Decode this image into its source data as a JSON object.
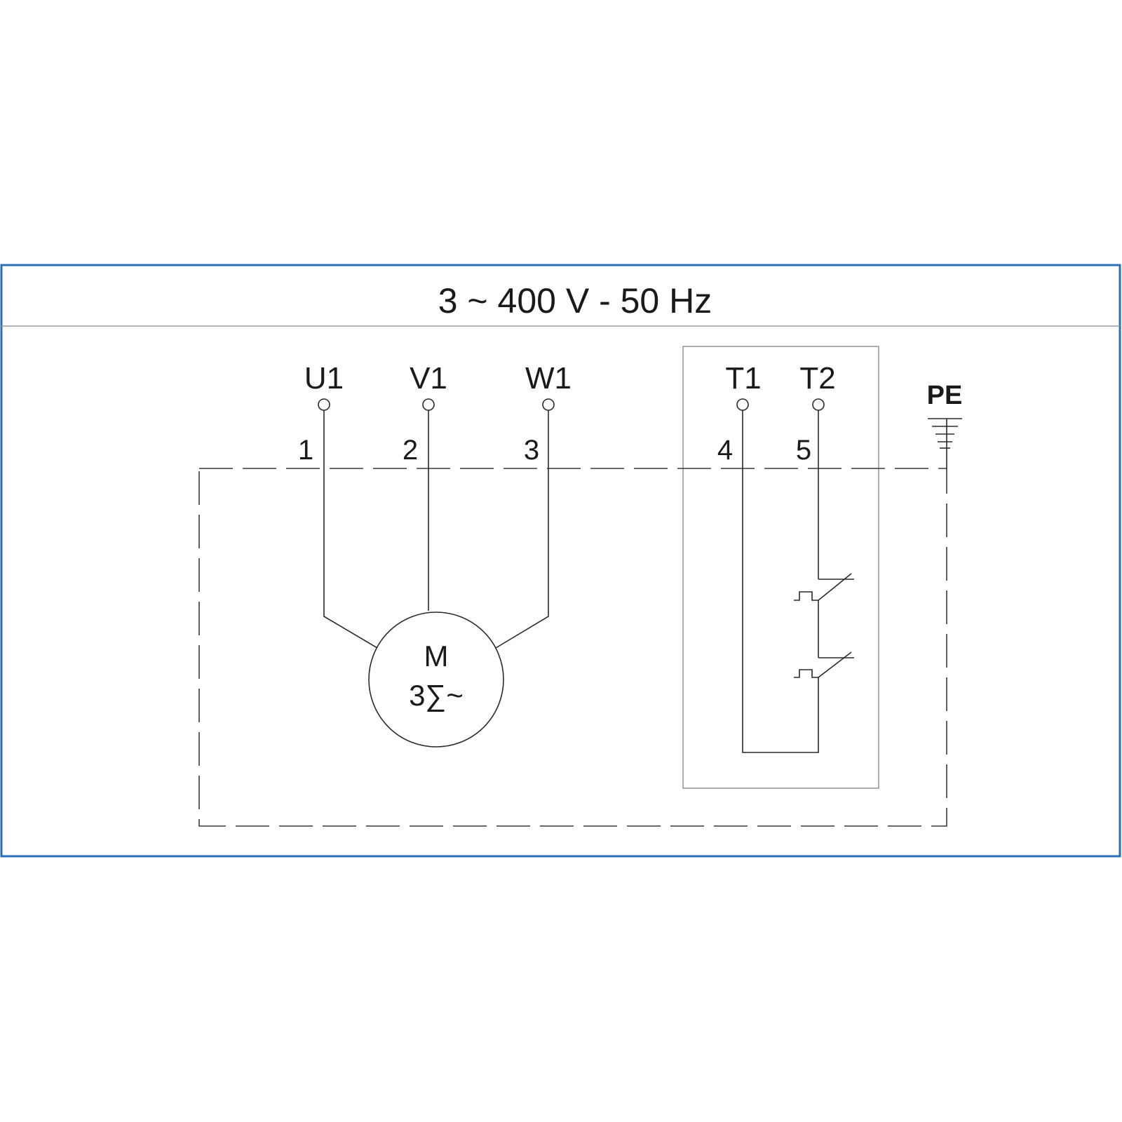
{
  "header": {
    "title": "3 ~ 400 V - 50 Hz"
  },
  "motor_terminals": [
    {
      "label": "U1",
      "number": "1"
    },
    {
      "label": "V1",
      "number": "2"
    },
    {
      "label": "W1",
      "number": "3"
    }
  ],
  "thermal_terminals": [
    {
      "label": "T1",
      "number": "4"
    },
    {
      "label": "T2",
      "number": "5"
    }
  ],
  "motor": {
    "line1": "M",
    "line2": "3∑~"
  },
  "earth": {
    "label": "PE"
  },
  "colors": {
    "frame": "#2a6fb5",
    "line": "#2a2a2a"
  }
}
